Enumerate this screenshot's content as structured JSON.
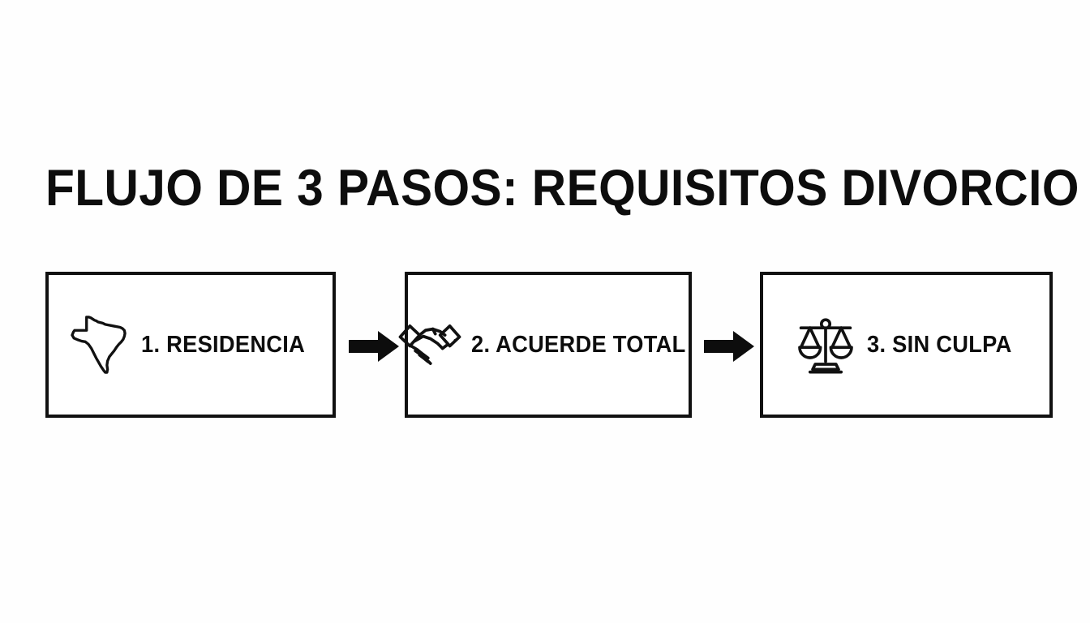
{
  "slide": {
    "background_color": "#fefefe",
    "ink_color": "#111111",
    "title": "FLUJO DE 3 PASOS: REQUISITOS DIVORCIO"
  },
  "flow": {
    "steps": [
      {
        "number": "1",
        "label": "1. RESIDENCIA",
        "icon": "texas-state-outline-icon"
      },
      {
        "number": "2",
        "label": "2. ACUERDE TOTAL",
        "icon": "handshake-icon"
      },
      {
        "number": "3",
        "label": "3. SIN CULPA",
        "icon": "balance-scales-icon"
      }
    ],
    "connectors": [
      {
        "icon": "arrow-right-icon"
      },
      {
        "icon": "arrow-right-icon"
      }
    ]
  }
}
